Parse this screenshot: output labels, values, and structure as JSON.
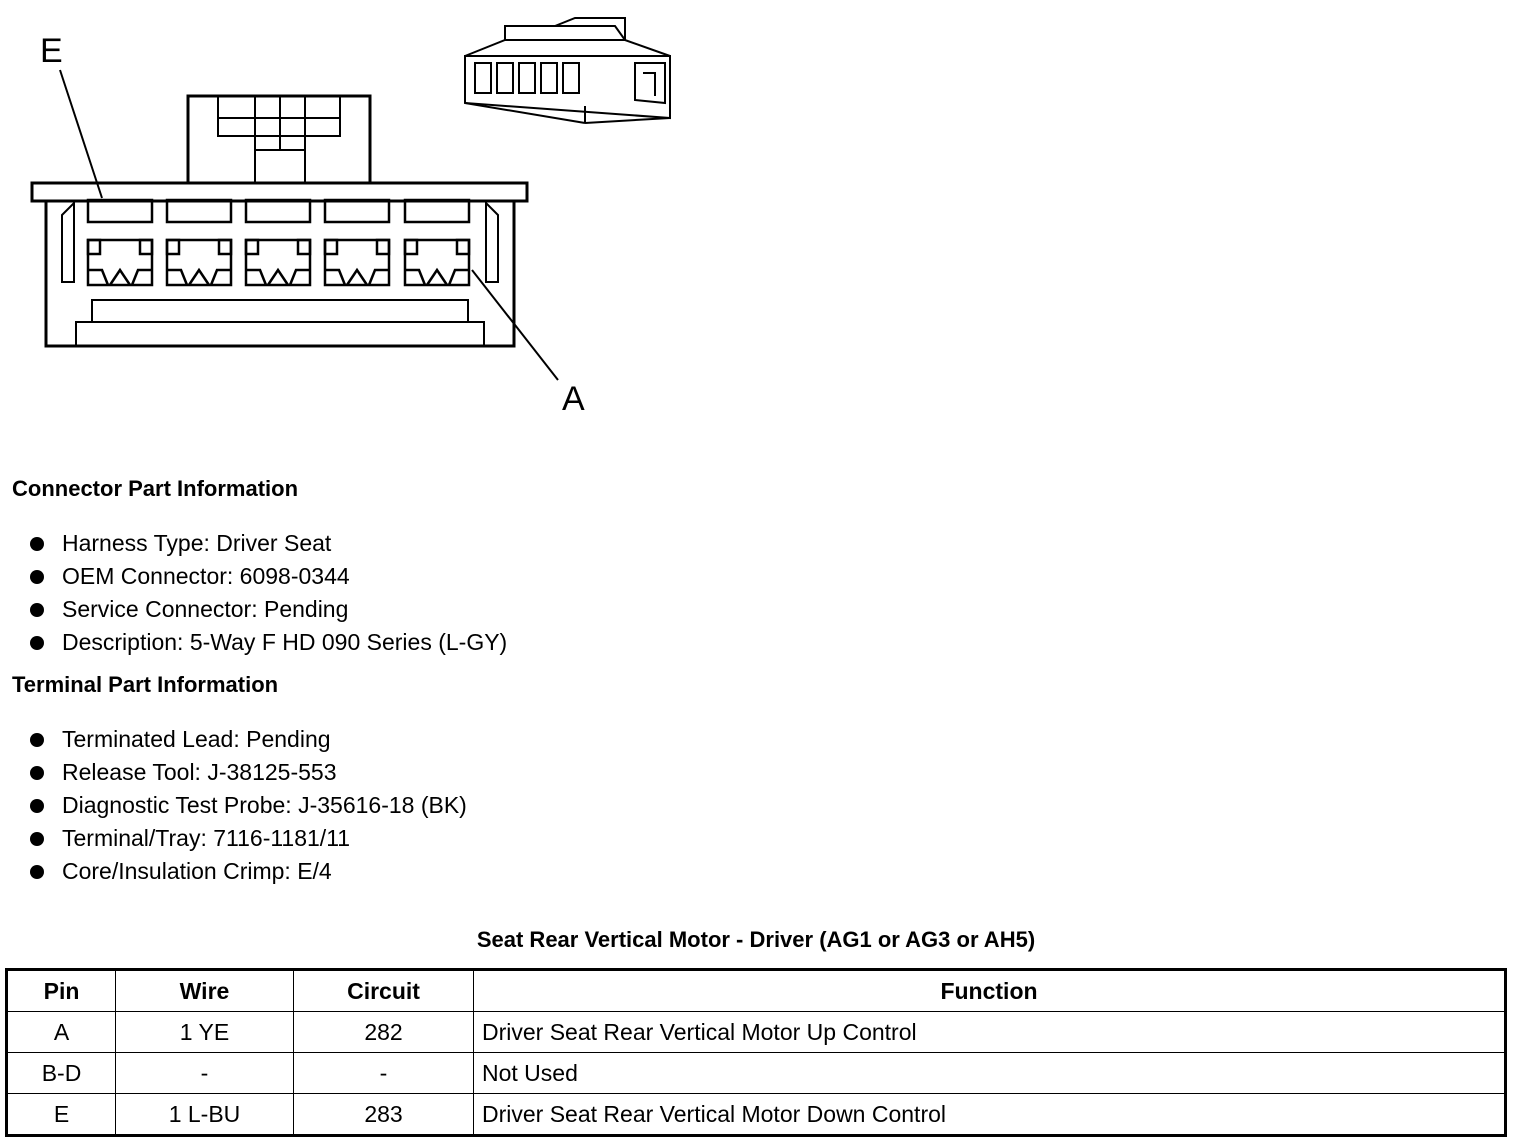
{
  "diagram": {
    "label_e": "E",
    "label_a": "A"
  },
  "connector_info": {
    "title": "Connector Part Information",
    "items": [
      "Harness Type: Driver Seat",
      "OEM Connector: 6098-0344",
      "Service Connector: Pending",
      "Description: 5-Way F HD 090 Series (L-GY)"
    ]
  },
  "terminal_info": {
    "title": "Terminal Part Information",
    "items": [
      "Terminated Lead: Pending",
      "Release Tool: J-38125-553",
      "Diagnostic Test Probe: J-35616-18 (BK)",
      "Terminal/Tray: 7116-1181/11",
      "Core/Insulation Crimp: E/4"
    ]
  },
  "pin_table": {
    "title": "Seat Rear Vertical Motor - Driver (AG1 or AG3 or AH5)",
    "headers": [
      "Pin",
      "Wire",
      "Circuit",
      "Function"
    ],
    "rows": [
      [
        "A",
        "1 YE",
        "282",
        "Driver Seat Rear Vertical Motor Up Control"
      ],
      [
        "B-D",
        "-",
        "-",
        "Not Used"
      ],
      [
        "E",
        "1 L-BU",
        "283",
        "Driver Seat Rear Vertical Motor Down Control"
      ]
    ]
  }
}
